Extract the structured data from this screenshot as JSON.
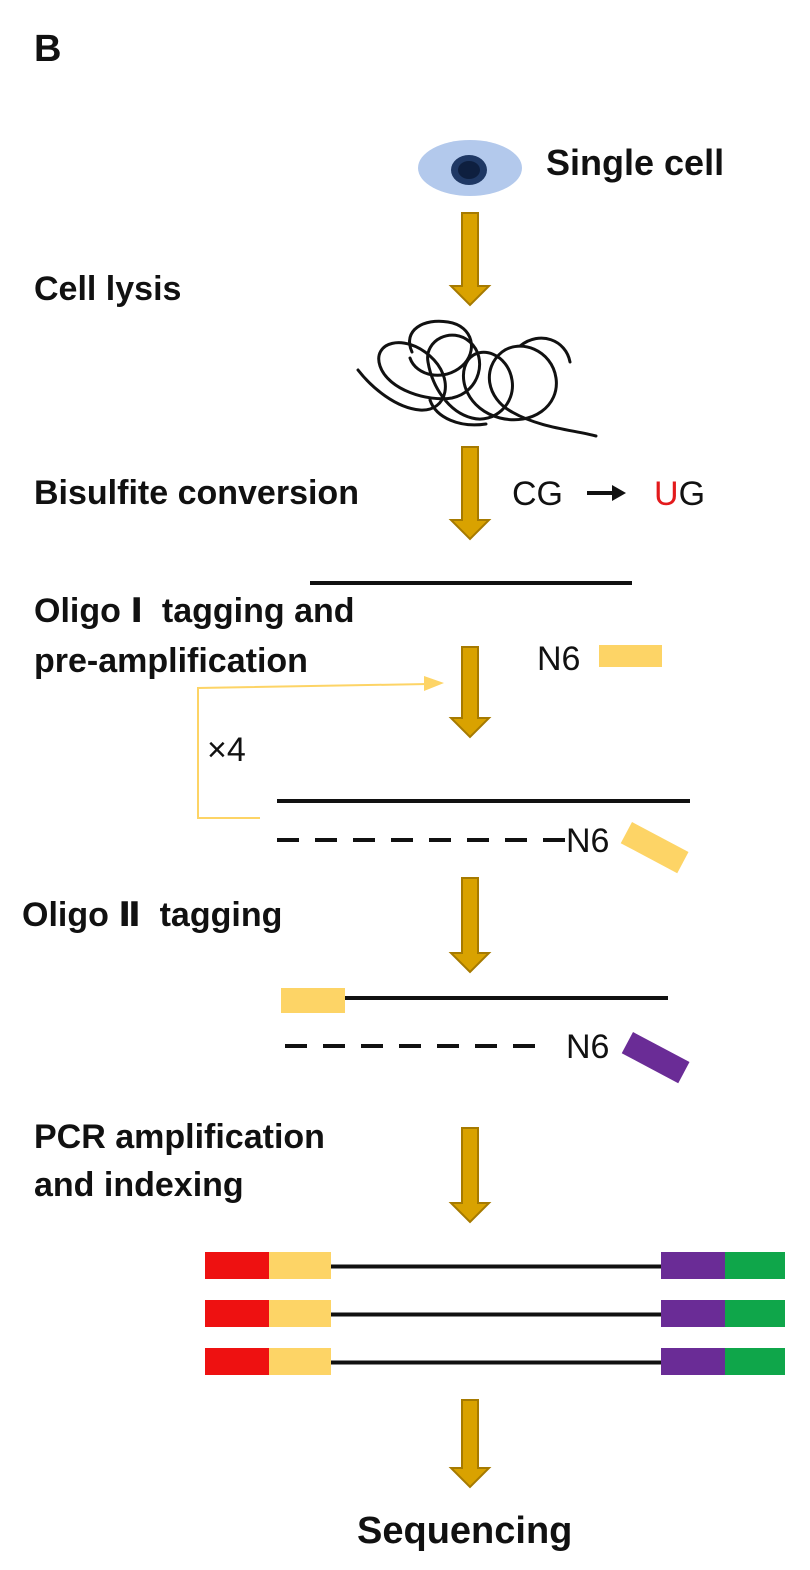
{
  "panel_label": "B",
  "labels": {
    "single_cell": "Single cell",
    "cell_lysis": "Cell lysis",
    "bisulfite_conversion": "Bisulfite conversion",
    "conversion_from": "CG",
    "conversion_to_u": "U",
    "conversion_to_g": "G",
    "oligo1_line1": "Oligo Ⅰ  tagging and",
    "oligo1_line2": "pre-amplification",
    "n6_top": "N6",
    "repeat": "×4",
    "n6_mid": "N6",
    "oligo2": "Oligo Ⅱ  tagging",
    "n6_low": "N6",
    "pcr_line1": "PCR amplification",
    "pcr_line2": "and indexing",
    "sequencing": "Sequencing"
  },
  "colors": {
    "arrow_fill": "#d9a200",
    "arrow_stroke": "#a67a00",
    "cell_outer": "#b3c9ec",
    "cell_nucleus": "#1f3864",
    "dna": "#111111",
    "oligo1_tag": "#fdd466",
    "oligo2_tag": "#6a2c96",
    "index_red": "#ee1111",
    "index_green": "#0fa64a",
    "highlight_u": "#e31a1c",
    "loop_line": "#fdd466"
  },
  "library_molecule_count": 3
}
